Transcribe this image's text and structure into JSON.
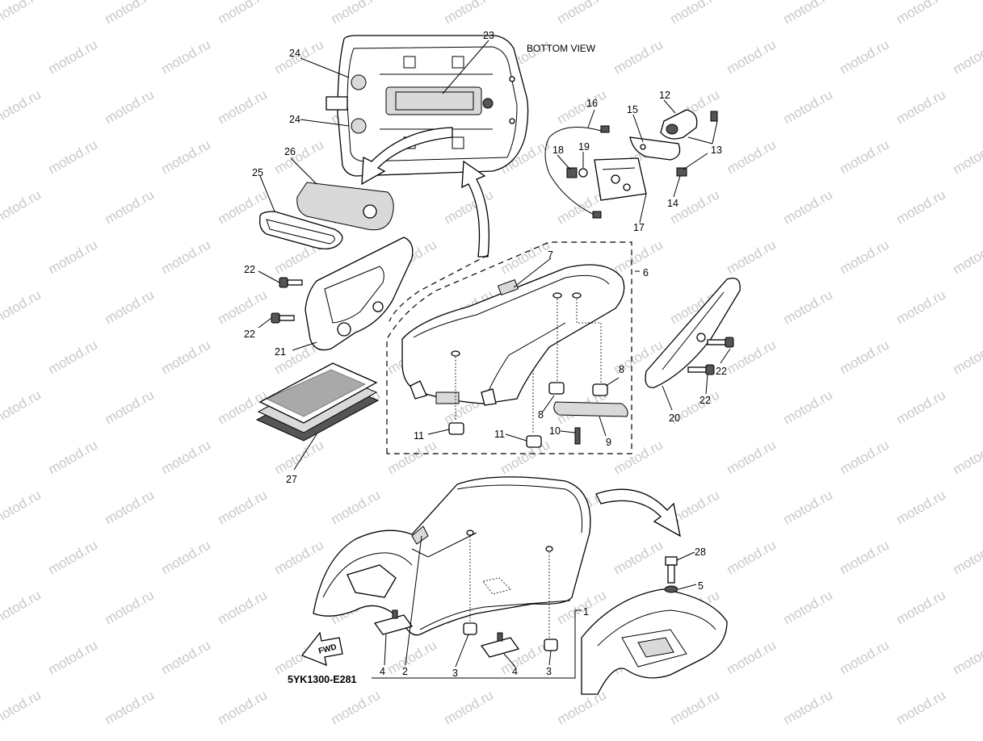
{
  "diagram": {
    "view_label": "BOTTOM VIEW",
    "diagram_code": "5YK1300-E281",
    "fwd_label": "FWD",
    "watermark": "motod.ru",
    "callouts": [
      {
        "id": "c1",
        "text": "1"
      },
      {
        "id": "c2",
        "text": "2"
      },
      {
        "id": "c3a",
        "text": "3"
      },
      {
        "id": "c3b",
        "text": "3"
      },
      {
        "id": "c4a",
        "text": "4"
      },
      {
        "id": "c4b",
        "text": "4"
      },
      {
        "id": "c5",
        "text": "5"
      },
      {
        "id": "c6",
        "text": "6"
      },
      {
        "id": "c7",
        "text": "7"
      },
      {
        "id": "c8a",
        "text": "8"
      },
      {
        "id": "c8b",
        "text": "8"
      },
      {
        "id": "c9",
        "text": "9"
      },
      {
        "id": "c10",
        "text": "10"
      },
      {
        "id": "c11a",
        "text": "11"
      },
      {
        "id": "c11b",
        "text": "11"
      },
      {
        "id": "c12",
        "text": "12"
      },
      {
        "id": "c13",
        "text": "13"
      },
      {
        "id": "c14",
        "text": "14"
      },
      {
        "id": "c15",
        "text": "15"
      },
      {
        "id": "c16",
        "text": "16"
      },
      {
        "id": "c17",
        "text": "17"
      },
      {
        "id": "c18",
        "text": "18"
      },
      {
        "id": "c19",
        "text": "19"
      },
      {
        "id": "c20",
        "text": "20"
      },
      {
        "id": "c21",
        "text": "21"
      },
      {
        "id": "c22a",
        "text": "22"
      },
      {
        "id": "c22b",
        "text": "22"
      },
      {
        "id": "c22c",
        "text": "22"
      },
      {
        "id": "c22d",
        "text": "22"
      },
      {
        "id": "c23",
        "text": "23"
      },
      {
        "id": "c24a",
        "text": "24"
      },
      {
        "id": "c24b",
        "text": "24"
      },
      {
        "id": "c25",
        "text": "25"
      },
      {
        "id": "c26",
        "text": "26"
      },
      {
        "id": "c27",
        "text": "27"
      },
      {
        "id": "c28",
        "text": "28"
      }
    ]
  }
}
